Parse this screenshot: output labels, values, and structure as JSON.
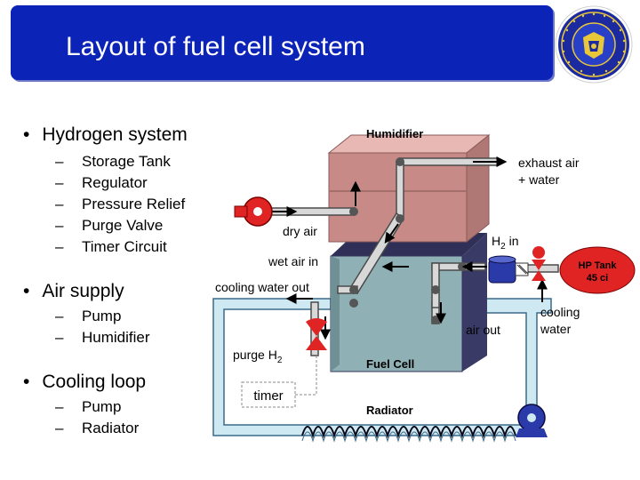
{
  "slide": {
    "title": "Layout of fuel cell system"
  },
  "outline": {
    "sections": [
      {
        "heading": "Hydrogen system",
        "items": [
          "Storage Tank",
          "Regulator",
          "Pressure Relief",
          "Purge Valve",
          "Timer Circuit"
        ]
      },
      {
        "heading": "Air supply",
        "items": [
          "Pump",
          "Humidifier"
        ]
      },
      {
        "heading": "Cooling loop",
        "items": [
          "Pump",
          "Radiator"
        ]
      }
    ]
  },
  "diagram": {
    "labels": {
      "humidifier": "Humidifier",
      "exhaust_air_1": "exhaust air",
      "exhaust_air_2": "+ water",
      "dry_air": "dry air",
      "h2_in": "H",
      "h2_in_sub": "2",
      "h2_in_tail": " in",
      "wet_air_in": "wet air in",
      "hp_tank_1": "HP Tank",
      "hp_tank_2": "45 ci",
      "cooling_water_out": "cooling water out",
      "cooling_water_1": "cooling",
      "cooling_water_2": "water",
      "air_out": "air out",
      "purge": "purge H",
      "purge_sub": "2",
      "fuel_cell": "Fuel Cell",
      "timer": "timer",
      "radiator": "Radiator"
    },
    "colors": {
      "title_bar": "#0c23b8",
      "humidifier_front": "#c88a86",
      "humidifier_top": "#e8b8b4",
      "fuel_cell_front": "#8fb0b4",
      "fuel_cell_dark": "#33335e",
      "cooling_pipe": "#cfe9f2",
      "valve_red": "#e02424",
      "hp_tank_red": "#e02424",
      "tank_blue": "#2a3aa8"
    }
  }
}
